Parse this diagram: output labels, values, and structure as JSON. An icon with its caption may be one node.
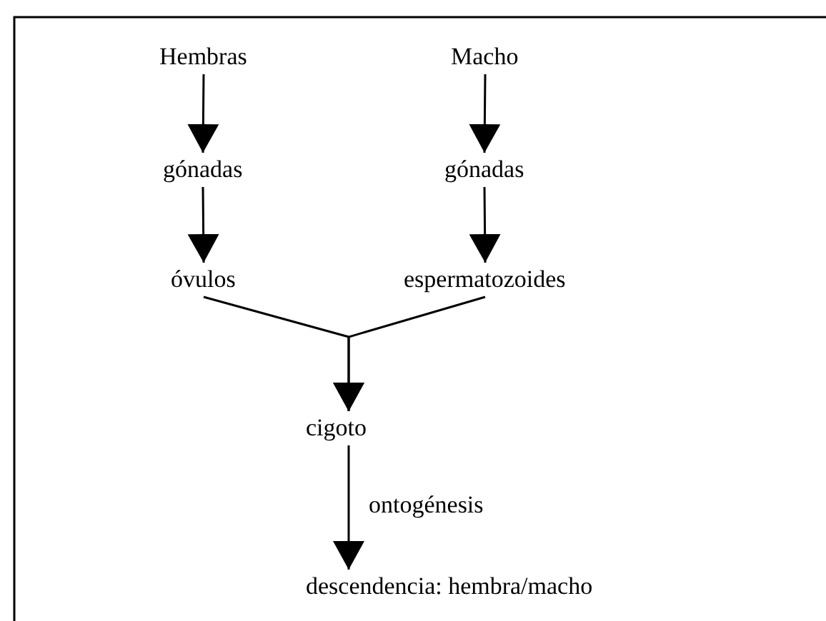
{
  "diagram": {
    "nodes": [
      {
        "text": [
          "Hembras"
        ]
      },
      {
        "text": [
          "Macho"
        ]
      },
      {
        "text": [
          "gónadas"
        ]
      },
      {
        "text": [
          "gónadas"
        ]
      },
      {
        "text": [
          "óvulos"
        ]
      },
      {
        "text": [
          "espermatozoides"
        ]
      },
      {
        "text": [
          "cigoto"
        ]
      },
      {
        "text": [
          "descendencia: hembra/macho"
        ]
      }
    ],
    "edges": [
      {
        "from": 0,
        "to": 2,
        "arrow": "to"
      },
      {
        "from": 1,
        "to": 3,
        "arrow": "to"
      },
      {
        "from": 2,
        "to": 4,
        "arrow": "to"
      },
      {
        "from": 3,
        "to": 5,
        "arrow": "to"
      },
      {
        "from": 4,
        "to": 6,
        "arrow": "to"
      },
      {
        "from": 5,
        "to": 6,
        "arrow": "to"
      },
      {
        "from": 6,
        "to": 7,
        "arrow": "to",
        "label": "ontogénesis"
      }
    ]
  }
}
